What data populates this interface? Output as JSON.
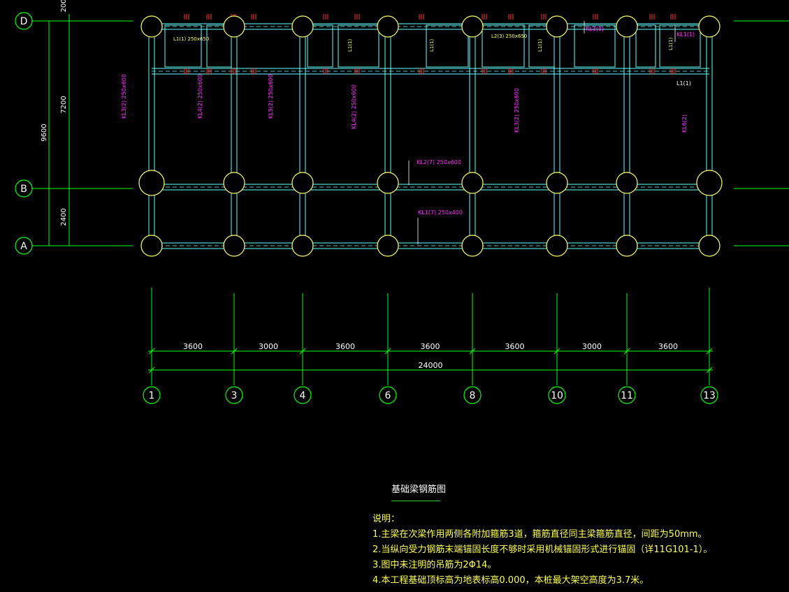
{
  "grid": {
    "rows": [
      {
        "label": "D"
      },
      {
        "label": "B"
      },
      {
        "label": "A"
      }
    ],
    "columns": [
      {
        "label": "1"
      },
      {
        "label": "3"
      },
      {
        "label": "4"
      },
      {
        "label": "6"
      },
      {
        "label": "8"
      },
      {
        "label": "10"
      },
      {
        "label": "11"
      },
      {
        "label": "13"
      }
    ],
    "vertical_dims": [
      {
        "label": "9600"
      },
      {
        "label": "7200"
      },
      {
        "label": "2400"
      },
      {
        "label": "200"
      }
    ],
    "horizontal_dims": [
      "3600",
      "3000",
      "3600",
      "3600",
      "3600",
      "3000",
      "3600"
    ],
    "total_dim": "24000"
  },
  "beam_labels": {
    "magenta": [
      "KL1(1)",
      "KL1(1)",
      "KL2(7) 250x600",
      "KL1(7) 250x400",
      "KL6(2)",
      "KL3(2) 250x600",
      "KL4(2) 250x600",
      "KL5(2) 250x600",
      "KL4(2) 250x600",
      "KL3(2) 250x600"
    ],
    "yellow": [
      "L1(1) 250x650",
      "L2(3) 250x650",
      "L1(1)",
      "L1(1)",
      "L1(1)",
      "L1(1)"
    ],
    "white": [
      "L1(1)"
    ]
  },
  "drawing": {
    "title": "基础梁钢筋图",
    "notes_heading": "说明：",
    "notes": [
      "1.主梁在次梁作用两侧各附加箍筋3道，箍筋直径同主梁箍筋直径，间距为50mm。",
      "2.当纵向受力钢筋末端锚固长度不够时采用机械锚固形式进行锚固（详11G101-1）。",
      "3.图中未注明的吊筋为2Φ14。",
      "4.本工程基础顶标高为地表标高0.000，本桩最大架空高度为3.7米。"
    ]
  },
  "colors": {
    "background": "#000000",
    "axis_green": "#00ff00",
    "column_yellow": "#ffff66",
    "beam_cyan": "#66ffff",
    "label_magenta": "#ff33ff",
    "text_white": "#ffffff",
    "rebar_red": "#ff3333"
  }
}
